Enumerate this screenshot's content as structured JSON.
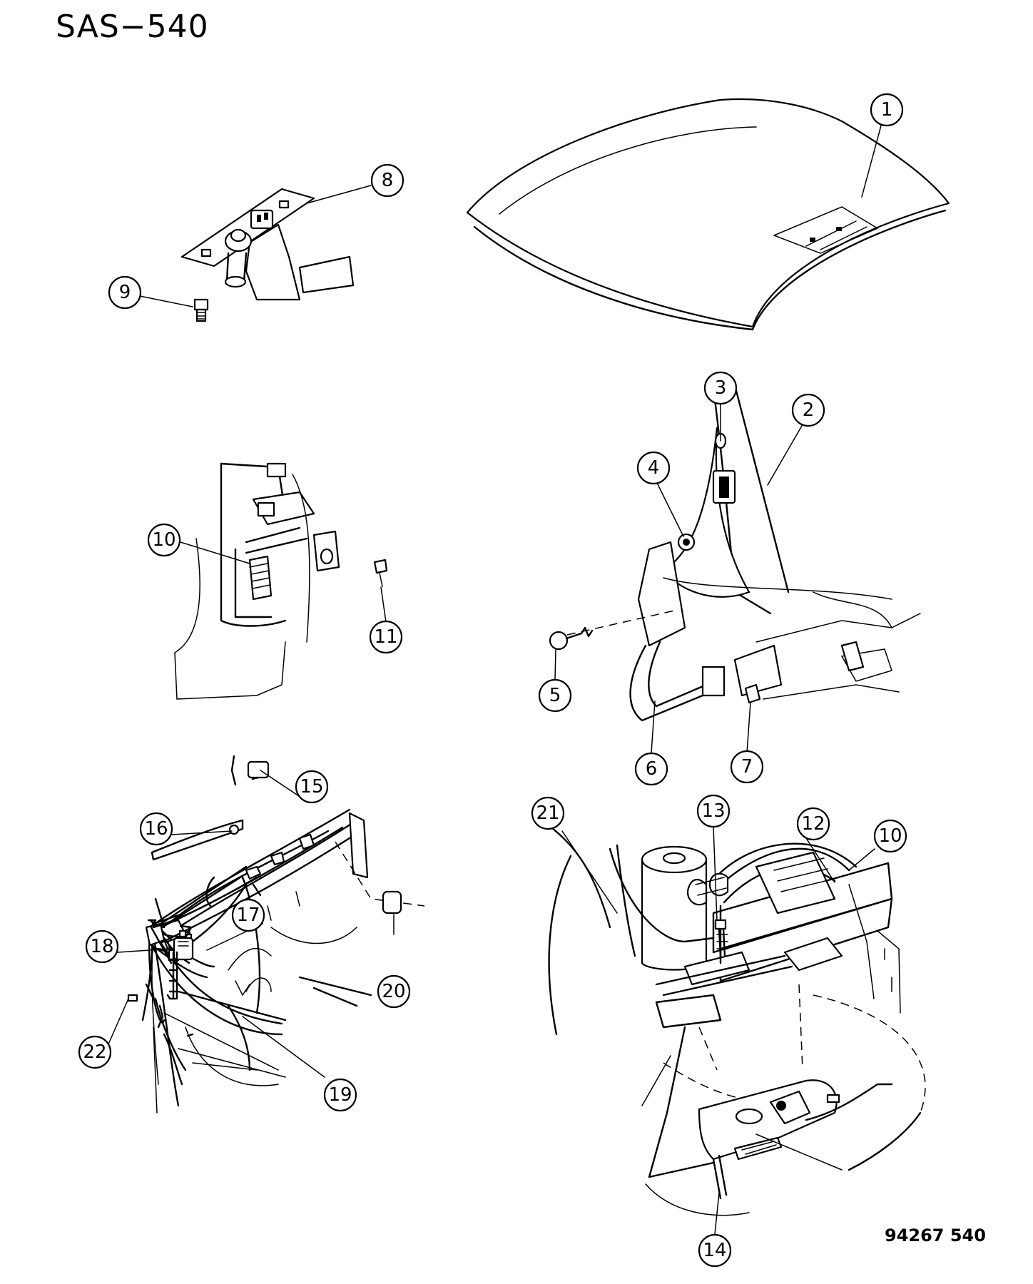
{
  "header": {
    "title": "SAS−540"
  },
  "footer": {
    "code": "94267 540"
  },
  "callouts": [
    "1",
    "2",
    "3",
    "4",
    "5",
    "6",
    "7",
    "8",
    "9",
    "10",
    "11",
    "12",
    "13",
    "14",
    "15",
    "16",
    "17",
    "18",
    "19",
    "20",
    "21",
    "22",
    "10"
  ]
}
